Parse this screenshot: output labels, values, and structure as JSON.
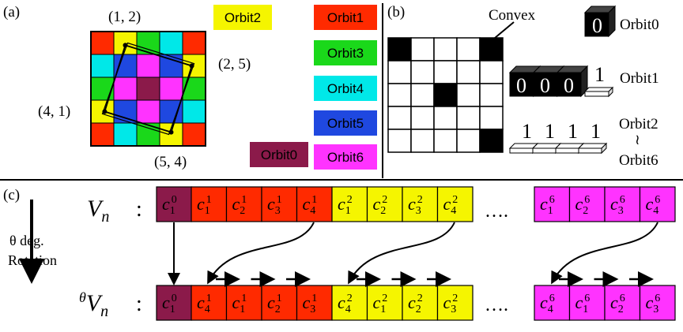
{
  "panel_a": {
    "label": "(a)",
    "coords": [
      "(1, 2)",
      "(2, 5)",
      "(4, 1)",
      "(5, 4)"
    ],
    "grid_colors": [
      [
        "#ff2a00",
        "#f5f500",
        "#1ad81a",
        "#00e8e8",
        "#ff2a00"
      ],
      [
        "#00e8e8",
        "#1f48e0",
        "#ff33ff",
        "#1f48e0",
        "#f5f500"
      ],
      [
        "#1ad81a",
        "#ff33ff",
        "#8b1a4a",
        "#ff33ff",
        "#1ad81a"
      ],
      [
        "#f5f500",
        "#1f48e0",
        "#ff33ff",
        "#1f48e0",
        "#00e8e8"
      ],
      [
        "#ff2a00",
        "#00e8e8",
        "#1ad81a",
        "#f5f500",
        "#ff2a00"
      ]
    ],
    "legend": [
      {
        "text": "Orbit2",
        "color": "#f5f500",
        "text_color": "#000000"
      },
      {
        "text": "Orbit1",
        "color": "#ff2a00",
        "text_color": "#000000"
      },
      {
        "text": "Orbit3",
        "color": "#1ad81a",
        "text_color": "#000000"
      },
      {
        "text": "Orbit4",
        "color": "#00e8e8",
        "text_color": "#000000"
      },
      {
        "text": "Orbit5",
        "color": "#1f48e0",
        "text_color": "#000000"
      },
      {
        "text": "Orbit0",
        "color": "#8b1a4a",
        "text_color": "#000000"
      },
      {
        "text": "Orbit6",
        "color": "#ff33ff",
        "text_color": "#000000"
      }
    ]
  },
  "panel_b": {
    "label": "(b)",
    "convex_label": "Convex",
    "orbit0_label": "Orbit0",
    "orbit0_digit": "0",
    "orbit1_label": "Orbit1",
    "orbit1_digits": [
      "0",
      "0",
      "0"
    ],
    "orbit1_one": "1",
    "orbit2_label": "Orbit2",
    "tilde": "≀",
    "orbit6_label": "Orbit6",
    "orbit2_ones": [
      "1",
      "1",
      "1",
      "1"
    ]
  },
  "panel_c": {
    "label": "(c)",
    "vn_label": "V",
    "vn_sub": "n",
    "colon": ":",
    "rot_prefix": "θ",
    "rotation_text_1": "θ deg.",
    "rotation_text_2": "Rotation",
    "ellipsis": "….",
    "orbit_colors": [
      "#8b1a4a",
      "#ff2a00",
      "#f5f500",
      "#ff33ff"
    ],
    "top_row": [
      {
        "sup": "0",
        "sub": "1",
        "orbit": 0
      },
      {
        "sup": "1",
        "sub": "1",
        "orbit": 1
      },
      {
        "sup": "1",
        "sub": "2",
        "orbit": 1
      },
      {
        "sup": "1",
        "sub": "3",
        "orbit": 1
      },
      {
        "sup": "1",
        "sub": "4",
        "orbit": 1
      },
      {
        "sup": "2",
        "sub": "1",
        "orbit": 2
      },
      {
        "sup": "2",
        "sub": "2",
        "orbit": 2
      },
      {
        "sup": "2",
        "sub": "3",
        "orbit": 2
      },
      {
        "sup": "2",
        "sub": "4",
        "orbit": 2
      },
      {
        "sup": "6",
        "sub": "1",
        "orbit": 3
      },
      {
        "sup": "6",
        "sub": "2",
        "orbit": 3
      },
      {
        "sup": "6",
        "sub": "3",
        "orbit": 3
      },
      {
        "sup": "6",
        "sub": "4",
        "orbit": 3
      }
    ],
    "bottom_row": [
      {
        "sup": "0",
        "sub": "1",
        "orbit": 0
      },
      {
        "sup": "1",
        "sub": "4",
        "orbit": 1
      },
      {
        "sup": "1",
        "sub": "1",
        "orbit": 1
      },
      {
        "sup": "1",
        "sub": "2",
        "orbit": 1
      },
      {
        "sup": "1",
        "sub": "3",
        "orbit": 1
      },
      {
        "sup": "2",
        "sub": "4",
        "orbit": 2
      },
      {
        "sup": "2",
        "sub": "1",
        "orbit": 2
      },
      {
        "sup": "2",
        "sub": "2",
        "orbit": 2
      },
      {
        "sup": "2",
        "sub": "3",
        "orbit": 2
      },
      {
        "sup": "6",
        "sub": "4",
        "orbit": 3
      },
      {
        "sup": "6",
        "sub": "1",
        "orbit": 3
      },
      {
        "sup": "6",
        "sub": "2",
        "orbit": 3
      },
      {
        "sup": "6",
        "sub": "3",
        "orbit": 3
      }
    ],
    "c_letter": "c"
  }
}
